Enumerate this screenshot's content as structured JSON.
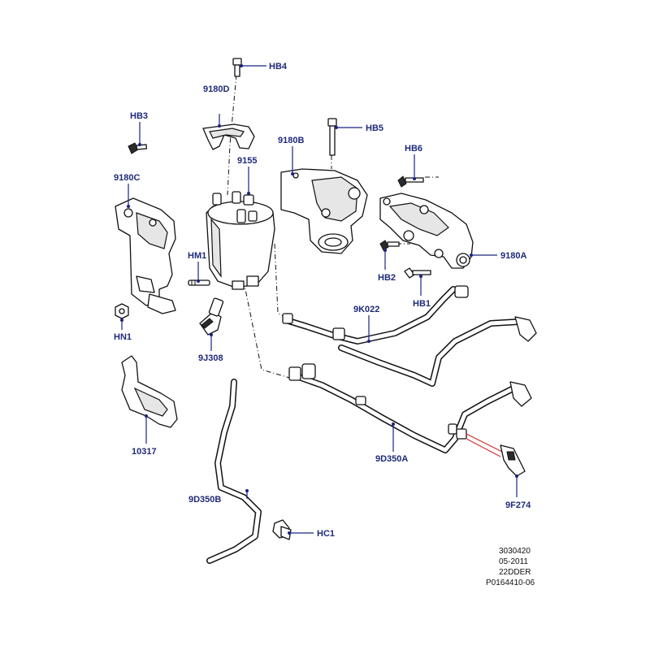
{
  "labels": {
    "hb4": "HB4",
    "p9180d": "9180D",
    "hb3": "HB3",
    "hb5": "HB5",
    "p9180b": "9180B",
    "hb6": "HB6",
    "p9155": "9155",
    "p9180c": "9180C",
    "hm1": "HM1",
    "hb2": "HB2",
    "hb1": "HB1",
    "p9180a": "9180A",
    "p9k022": "9K022",
    "hn1": "HN1",
    "p9j308": "9J308",
    "p10317": "10317",
    "p9d350a": "9D350A",
    "p9f274": "9F274",
    "p9d350b": "9D350B",
    "hc1": "HC1"
  },
  "reference_block": {
    "line1": "3030420",
    "line2": "05-2011",
    "line3": "22DDER",
    "line4": "P0164410-06"
  },
  "colors": {
    "label": "#1f2a7a",
    "highlight": "#d32f2f"
  }
}
